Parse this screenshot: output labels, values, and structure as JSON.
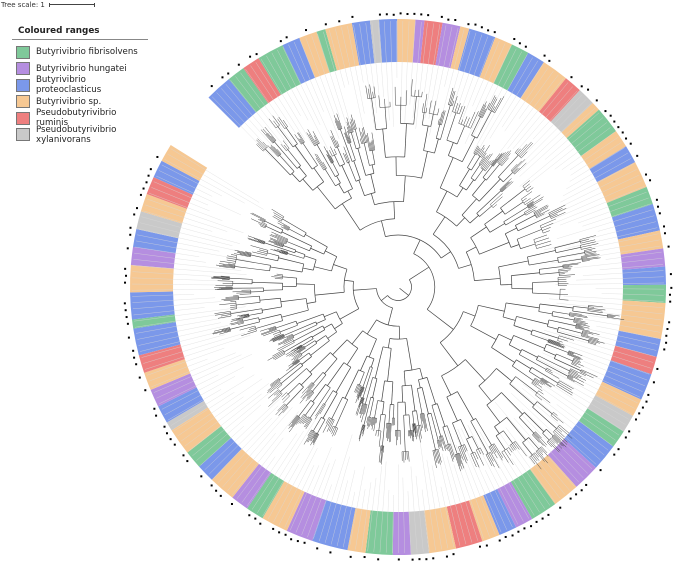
{
  "scale": {
    "label": "Tree scale: 1"
  },
  "legend": {
    "title": "Coloured ranges",
    "items": [
      {
        "label": "Butyrivibrio fibrisolvens",
        "color": "#7fc99a"
      },
      {
        "label": "Butyrivibrio hungatei",
        "color": "#b58ee0"
      },
      {
        "label": "Butyrivibrio proteoclasticus",
        "color": "#7b98ea"
      },
      {
        "label": "Butyrivibrio sp.",
        "color": "#f6c893"
      },
      {
        "label": "Pseudobutyrivibrio ruminis",
        "color": "#ee7f7f"
      },
      {
        "label": "Pseudobutyrivibrio xylanivorans",
        "color": "#c9c9c9"
      }
    ]
  },
  "ring_sequence": [
    [
      2,
      3
    ],
    [
      0,
      2
    ],
    [
      4,
      2
    ],
    [
      0,
      3
    ],
    [
      2,
      2
    ],
    [
      3,
      2
    ],
    [
      0,
      1
    ],
    [
      3,
      3
    ],
    [
      2,
      2
    ],
    [
      5,
      1
    ],
    [
      2,
      2
    ],
    [
      3,
      2
    ],
    [
      1,
      1
    ],
    [
      4,
      2
    ],
    [
      1,
      2
    ],
    [
      3,
      1
    ],
    [
      2,
      3
    ],
    [
      3,
      2
    ],
    [
      0,
      2
    ],
    [
      2,
      2
    ],
    [
      3,
      3
    ],
    [
      4,
      2
    ],
    [
      5,
      2
    ],
    [
      3,
      1
    ],
    [
      0,
      3
    ],
    [
      3,
      2
    ],
    [
      2,
      2
    ],
    [
      3,
      3
    ],
    [
      0,
      2
    ],
    [
      2,
      3
    ],
    [
      3,
      2
    ],
    [
      1,
      2
    ],
    [
      2,
      2
    ],
    [
      0,
      2
    ],
    [
      3,
      4
    ],
    [
      2,
      2
    ],
    [
      4,
      2
    ],
    [
      2,
      3
    ],
    [
      3,
      2
    ],
    [
      5,
      2
    ],
    [
      0,
      2
    ],
    [
      2,
      3
    ],
    [
      1,
      3
    ],
    [
      3,
      3
    ],
    [
      0,
      3
    ],
    [
      1,
      2
    ],
    [
      2,
      2
    ],
    [
      3,
      2
    ],
    [
      4,
      3
    ],
    [
      3,
      3
    ],
    [
      5,
      2
    ],
    [
      1,
      2
    ],
    [
      0,
      3
    ],
    [
      3,
      2
    ],
    [
      2,
      4
    ],
    [
      1,
      3
    ],
    [
      3,
      3
    ],
    [
      0,
      2
    ],
    [
      1,
      2
    ],
    [
      3,
      3
    ],
    [
      2,
      2
    ],
    [
      0,
      2
    ],
    [
      3,
      3
    ],
    [
      5,
      1
    ],
    [
      2,
      2
    ],
    [
      1,
      2
    ],
    [
      3,
      2
    ],
    [
      4,
      2
    ],
    [
      2,
      3
    ],
    [
      0,
      1
    ],
    [
      2,
      3
    ],
    [
      3,
      3
    ],
    [
      1,
      2
    ],
    [
      2,
      2
    ],
    [
      5,
      2
    ],
    [
      3,
      2
    ],
    [
      4,
      2
    ],
    [
      2,
      2
    ],
    [
      3,
      2
    ]
  ]
}
